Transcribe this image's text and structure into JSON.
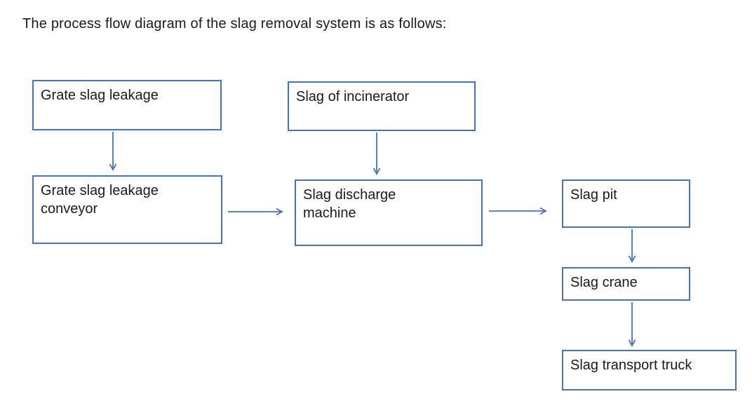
{
  "title": "The process flow diagram of the slag removal system is as follows:",
  "diagram": {
    "type": "flowchart",
    "nodes": [
      {
        "id": "grate-slag-leakage",
        "label": "Grate slag leakage"
      },
      {
        "id": "slag-of-incinerator",
        "label": "Slag of incinerator"
      },
      {
        "id": "grate-slag-leakage-conveyor",
        "label": "Grate slag leakage\nconveyor"
      },
      {
        "id": "slag-discharge-machine",
        "label": "Slag discharge\nmachine"
      },
      {
        "id": "slag-pit",
        "label": "Slag pit"
      },
      {
        "id": "slag-crane",
        "label": "Slag crane"
      },
      {
        "id": "slag-transport-truck",
        "label": "Slag transport truck"
      }
    ],
    "connections": [
      {
        "from": "grate-slag-leakage",
        "to": "grate-slag-leakage-conveyor",
        "direction": "down"
      },
      {
        "from": "slag-of-incinerator",
        "to": "slag-discharge-machine",
        "direction": "down"
      },
      {
        "from": "grate-slag-leakage-conveyor",
        "to": "slag-discharge-machine",
        "direction": "right"
      },
      {
        "from": "slag-discharge-machine",
        "to": "slag-pit",
        "direction": "right"
      },
      {
        "from": "slag-pit",
        "to": "slag-crane",
        "direction": "down"
      },
      {
        "from": "slag-crane",
        "to": "slag-transport-truck",
        "direction": "down"
      }
    ]
  },
  "colors": {
    "box_border": "#4472c4",
    "arrow": "#4472c4",
    "text": "#1a1a1a",
    "background": "#ffffff"
  }
}
